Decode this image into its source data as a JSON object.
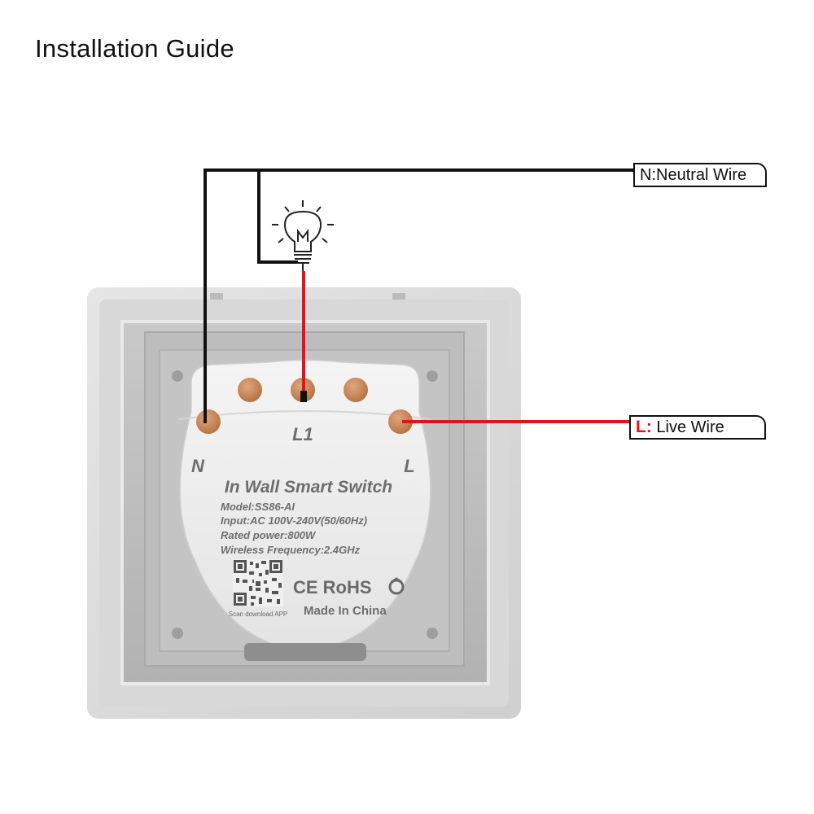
{
  "title": "Installation Guide",
  "labels": {
    "neutral": "N:Neutral Wire",
    "live_prefix": "L:",
    "live_suffix": "Live Wire"
  },
  "module": {
    "terminal_l1": "L1",
    "terminal_n": "N",
    "terminal_l": "L",
    "product_name": "In Wall Smart Switch",
    "model": "Model:SS86-AI",
    "input": "Input:AC 100V-240V(50/60Hz)",
    "rated_power": "Rated power:800W",
    "wireless": "Wireless Frequency:2.4GHz",
    "certification": "CE RoHS",
    "made_in": "Made In China",
    "qr_caption": "Scan download APP"
  },
  "colors": {
    "neutral_wire": "#111111",
    "live_wire": "#e0141c",
    "terminal": "#c8865d"
  }
}
